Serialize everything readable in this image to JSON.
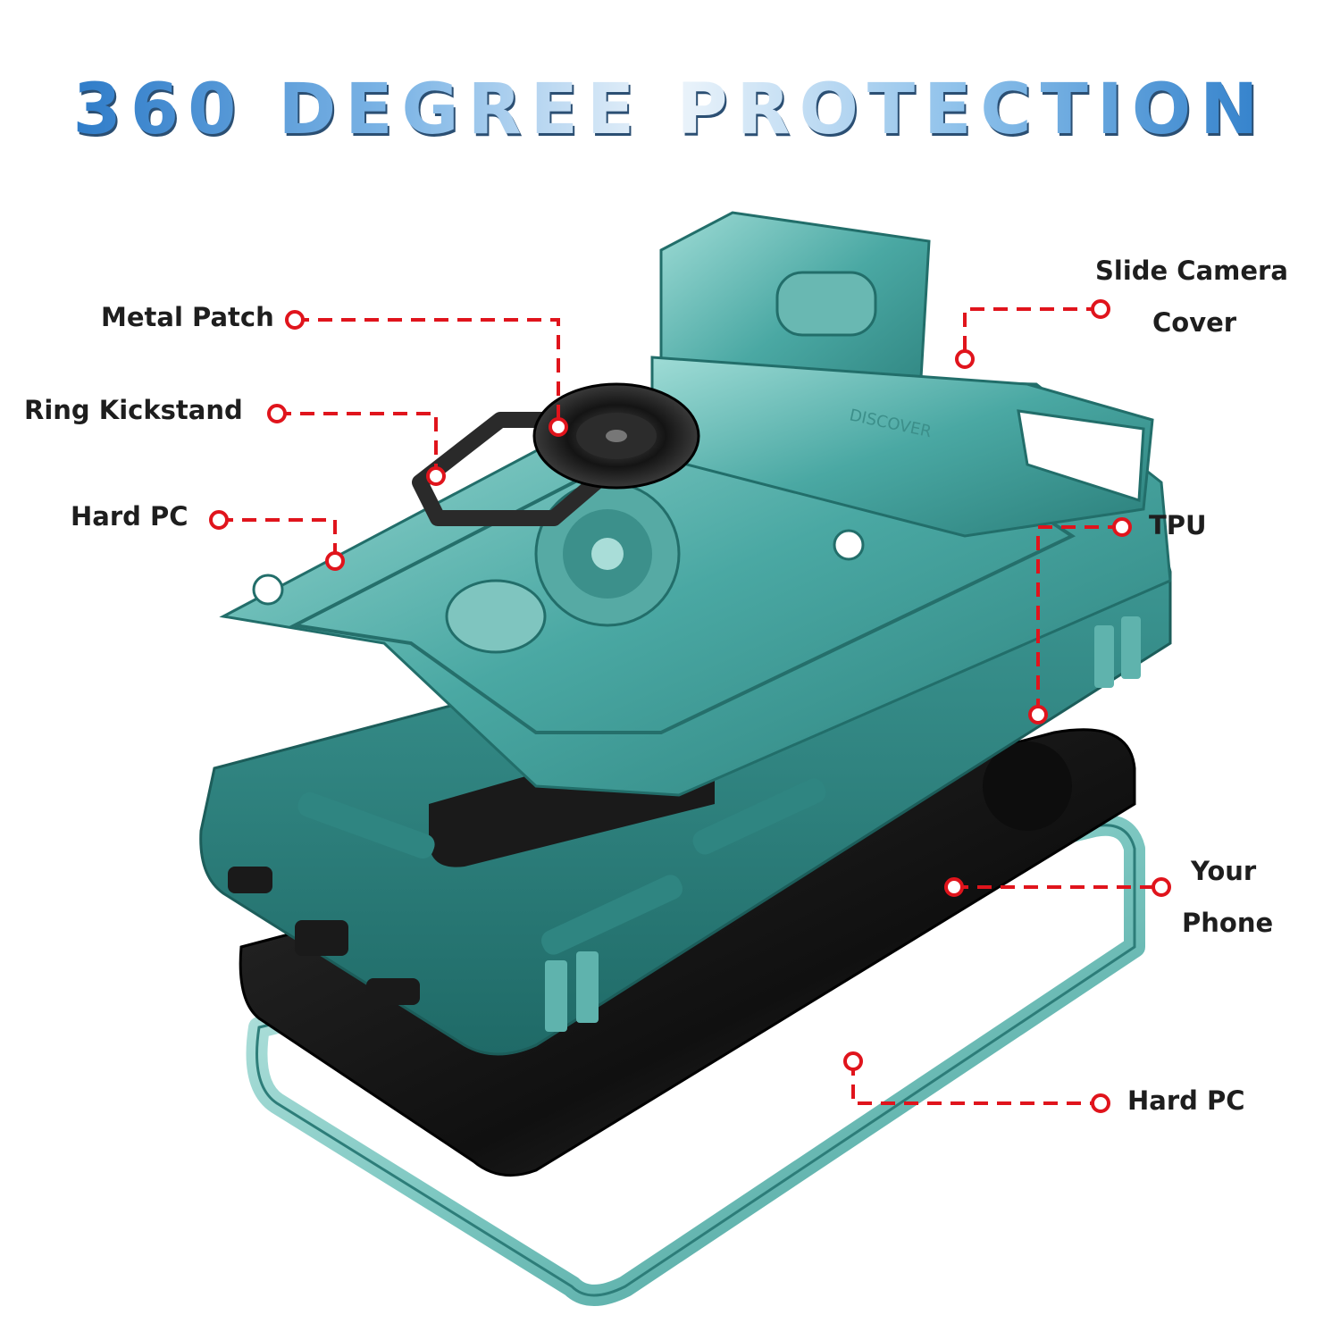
{
  "title": "360 DEGREE PROTECTION",
  "callouts": {
    "metal_patch": "Metal Patch",
    "ring_kickstand": "Ring Kickstand",
    "hard_pc_top": "Hard PC",
    "slide_camera_cover_line1": "Slide Camera",
    "slide_camera_cover_line2": "Cover",
    "tpu": "TPU",
    "your_phone_line1": "Your",
    "your_phone_line2": "Phone",
    "hard_pc_bottom": "Hard PC"
  },
  "colors": {
    "case_teal": "#3f9f9c",
    "case_teal_dark": "#2a7b78",
    "case_teal_light": "#8fd0cb",
    "phone_black": "#1b1b1b",
    "callout_red": "#e0141c",
    "title_blue": "#2a7ed0"
  }
}
